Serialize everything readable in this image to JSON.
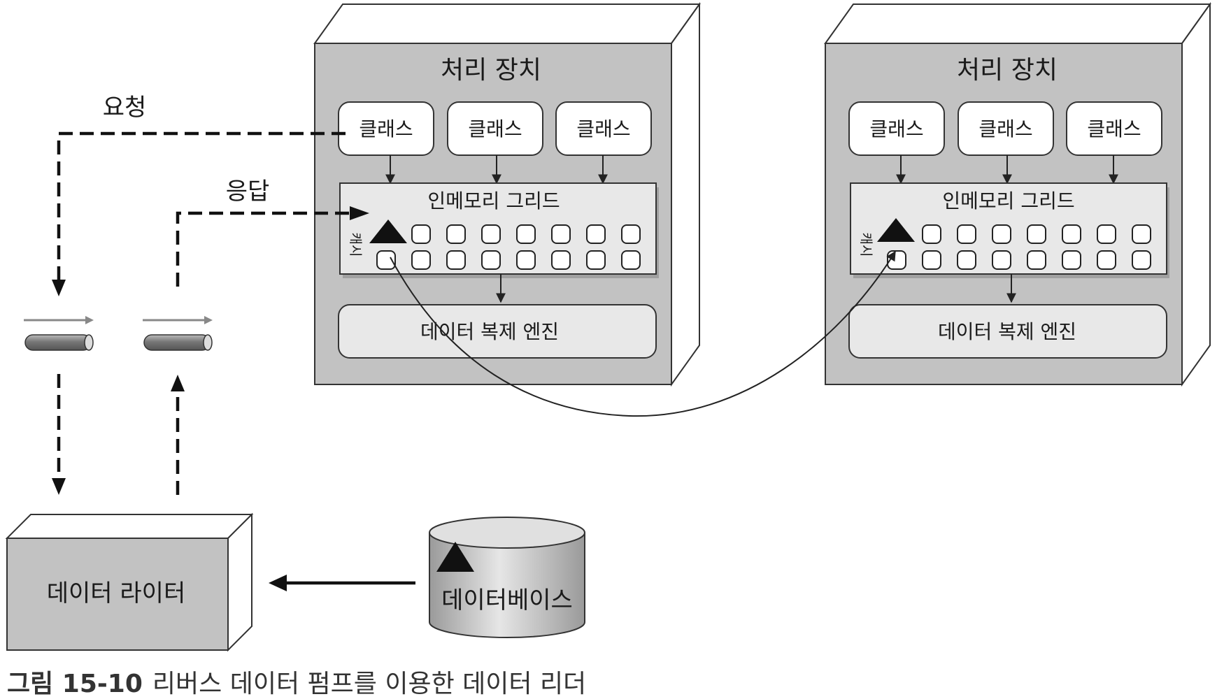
{
  "processing_units": [
    {
      "title": "처리 장치",
      "classes": [
        "클래스",
        "클래스",
        "클래스"
      ],
      "grid_label": "인메모리 그리드",
      "cache_label": "캐시",
      "engine_label": "데이터 복제 엔진"
    },
    {
      "title": "처리 장치",
      "classes": [
        "클래스",
        "클래스",
        "클래스"
      ],
      "grid_label": "인메모리 그리드",
      "cache_label": "캐시",
      "engine_label": "데이터 복제 엔진"
    }
  ],
  "flows": {
    "request_label": "요청",
    "response_label": "응답"
  },
  "data_writer": {
    "label": "데이터 라이터"
  },
  "database": {
    "label": "데이터베이스"
  },
  "caption": {
    "number": "그림 15-10",
    "text": "리버스 데이터 펌프를 이용한 데이터 리더"
  },
  "colors": {
    "box_fill": "#c2c2c2",
    "grid_fill": "#e8e8e8",
    "outline": "#333333"
  }
}
